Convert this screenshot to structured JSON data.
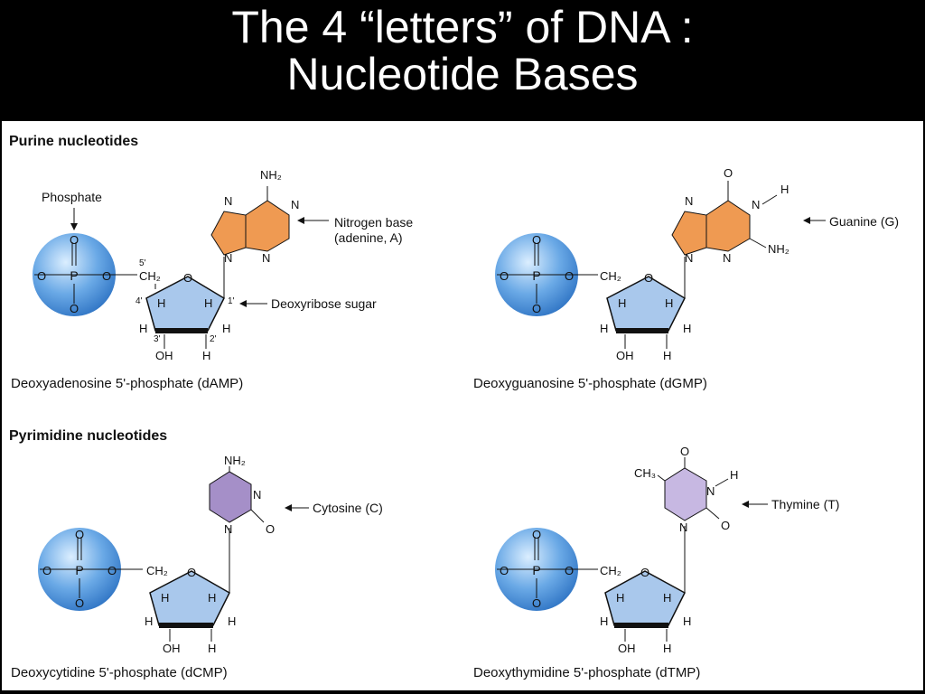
{
  "title": {
    "line1": "The 4 “letters” of DNA :",
    "line2": "Nucleotide Bases"
  },
  "sections": {
    "purine": "Purine nucleotides",
    "pyrimidine": "Pyrimidine nucleotides"
  },
  "labels": {
    "phosphate": "Phosphate",
    "nitrogen_base_1": "Nitrogen base",
    "nitrogen_base_2": "(adenine, A)",
    "deoxyribose": "Deoxyribose sugar",
    "guanine": "Guanine (G)",
    "cytosine": "Cytosine (C)",
    "thymine": "Thymine (T)"
  },
  "captions": {
    "damp": "Deoxyadenosine 5'-phosphate (dAMP)",
    "dgmp": "Deoxyguanosine 5'-phosphate (dGMP)",
    "dcmp": "Deoxycytidine 5'-phosphate (dCMP)",
    "dtmp": "Deoxythymidine 5'-phosphate (dTMP)"
  },
  "chem": {
    "P": "P",
    "O": "O",
    "N": "N",
    "H": "H",
    "OH": "OH",
    "NH2": "NH₂",
    "CH2": "CH₂",
    "CH3": "CH₃",
    "c5p": "5'",
    "c4p": "4'",
    "c3p": "3'",
    "c2p": "2'",
    "c1p": "1'"
  },
  "colors": {
    "phosphate": "#5a9fe0",
    "sugar": "#a9c8ec",
    "purine": "#ef9a52",
    "pyrimidine": "#a58fc8"
  }
}
